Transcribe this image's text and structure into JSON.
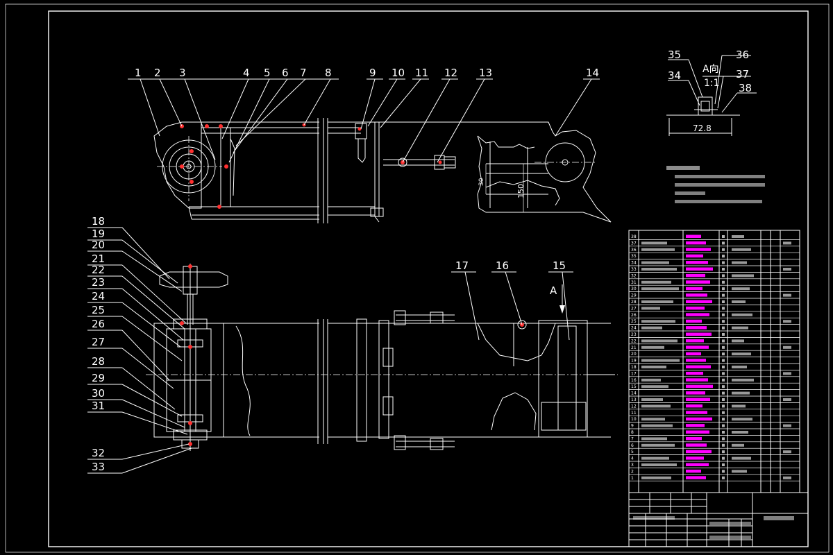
{
  "colors": {
    "background": "#000000",
    "lines": "#ffffff",
    "highlight": "#ff00ff",
    "marker": "#ff3030"
  },
  "callouts_top": [
    "1",
    "2",
    "3",
    "4",
    "5",
    "6",
    "7",
    "8",
    "9",
    "10",
    "11",
    "12",
    "13",
    "14"
  ],
  "callouts_left": [
    "18",
    "19",
    "20",
    "21",
    "22",
    "23",
    "24",
    "25",
    "26",
    "27",
    "28",
    "29",
    "30",
    "31",
    "32",
    "33"
  ],
  "callouts_bottom_right": [
    "17",
    "16",
    "15"
  ],
  "detail_view": {
    "title": "A向",
    "scale": "1:1",
    "labels": [
      "35",
      "36",
      "34",
      "37",
      "38"
    ],
    "dimension": "72.8"
  },
  "view_arrow_label": "A",
  "dimensions": {
    "d1": "30",
    "d2": "150"
  },
  "bom_rows": [
    "38",
    "37",
    "36",
    "35",
    "34",
    "33",
    "32",
    "31",
    "30",
    "29",
    "28",
    "27",
    "26",
    "25",
    "24",
    "23",
    "22",
    "21",
    "20",
    "19",
    "18",
    "17",
    "16",
    "15",
    "14",
    "13",
    "12",
    "11",
    "10",
    "9",
    "8",
    "7",
    "6",
    "5",
    "4",
    "3",
    "2",
    "1"
  ]
}
